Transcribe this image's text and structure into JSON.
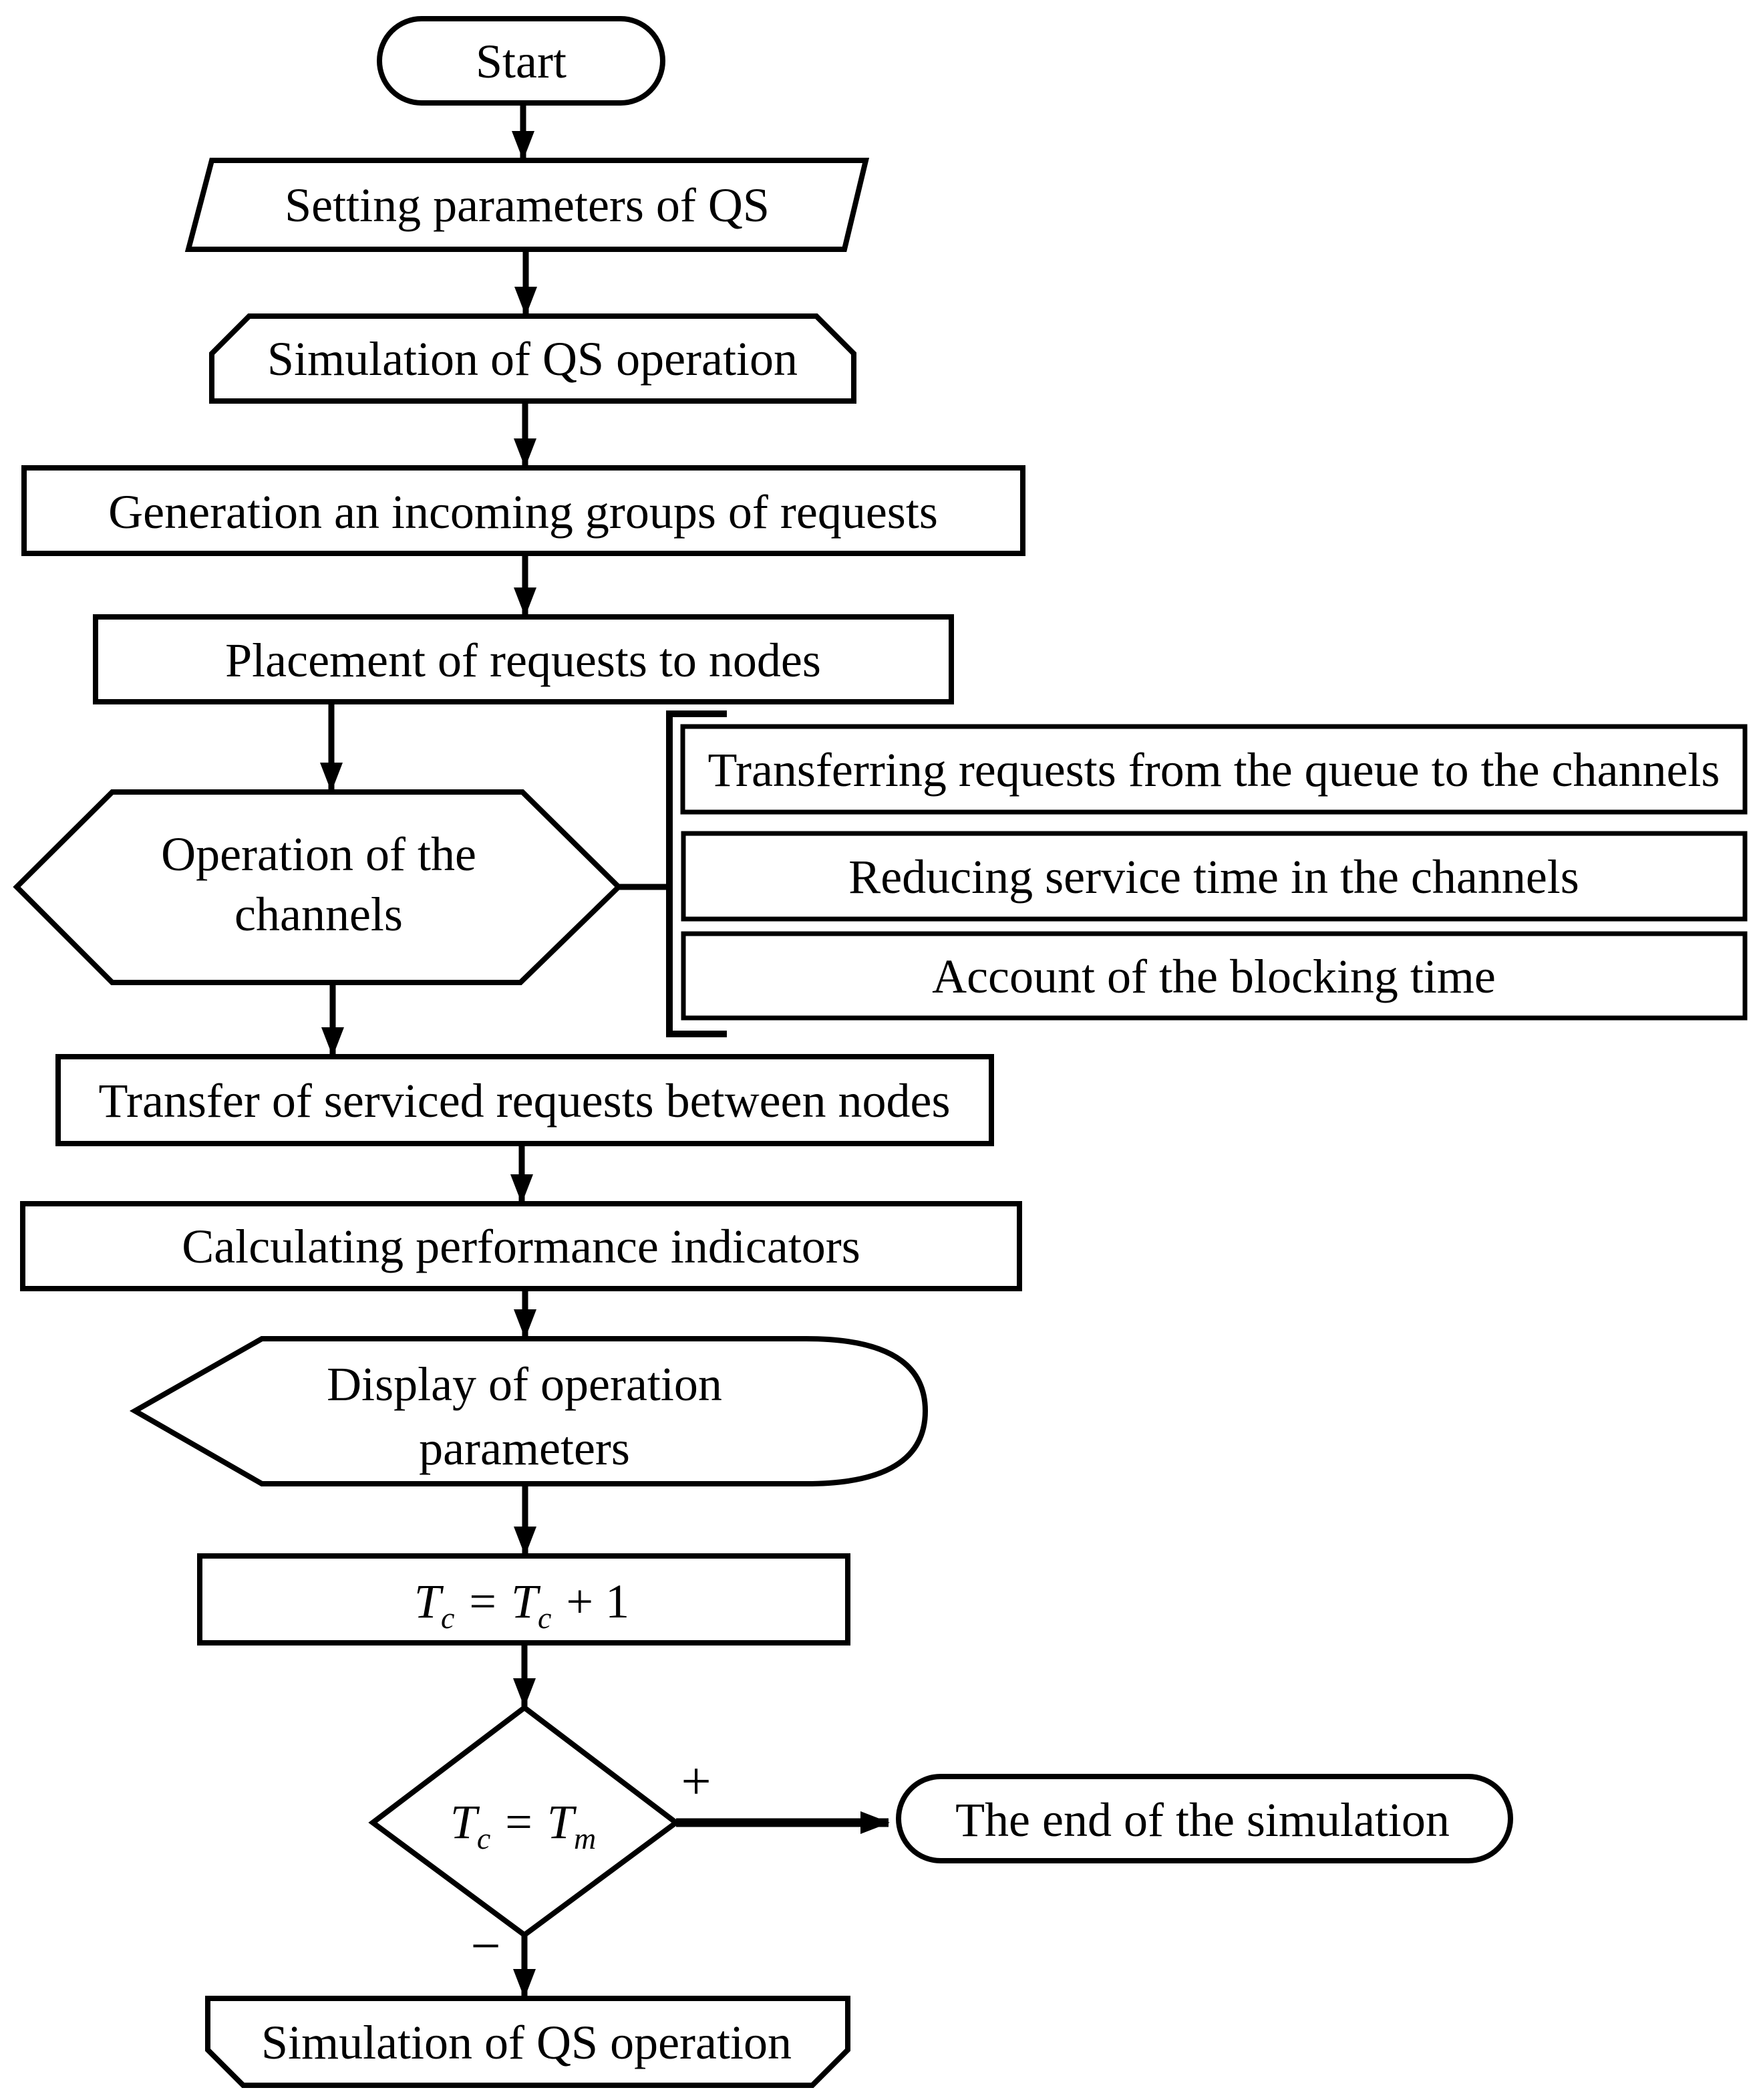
{
  "diagram": {
    "title": "Queueing system simulation flowchart",
    "colors": {
      "stroke": "#000000",
      "background": "#ffffff"
    },
    "nodes": {
      "start": {
        "label": "Start"
      },
      "setting": {
        "label": "Setting parameters of QS"
      },
      "sim_loop_start": {
        "label": "Simulation of QS operation"
      },
      "generation": {
        "label": "Generation an incoming groups of requests"
      },
      "placement": {
        "label": "Placement of requests to nodes"
      },
      "operation": {
        "line1": "Operation of the",
        "line2": "channels"
      },
      "transferring": {
        "label": "Transferring requests from the queue to the channels"
      },
      "reducing": {
        "label": "Reducing service time in the channels"
      },
      "blocking": {
        "label": "Account of the blocking time"
      },
      "transfer": {
        "label": "Transfer of serviced requests between nodes"
      },
      "calculating": {
        "label": "Calculating performance indicators"
      },
      "display": {
        "line1": "Display of operation",
        "line2": "parameters"
      },
      "increment": {
        "var1": "T",
        "sub1": "c",
        "equals": "=",
        "var2": "T",
        "sub2": "c",
        "plus": "+",
        "one": "1"
      },
      "decision": {
        "var1": "T",
        "sub1": "c",
        "equals": "=",
        "var2": "T",
        "sub2": "m"
      },
      "end": {
        "label": "The end of the simulation"
      },
      "sim_loop_end": {
        "label": "Simulation of QS operation"
      }
    },
    "branch_labels": {
      "positive": "+",
      "negative": "−"
    }
  }
}
